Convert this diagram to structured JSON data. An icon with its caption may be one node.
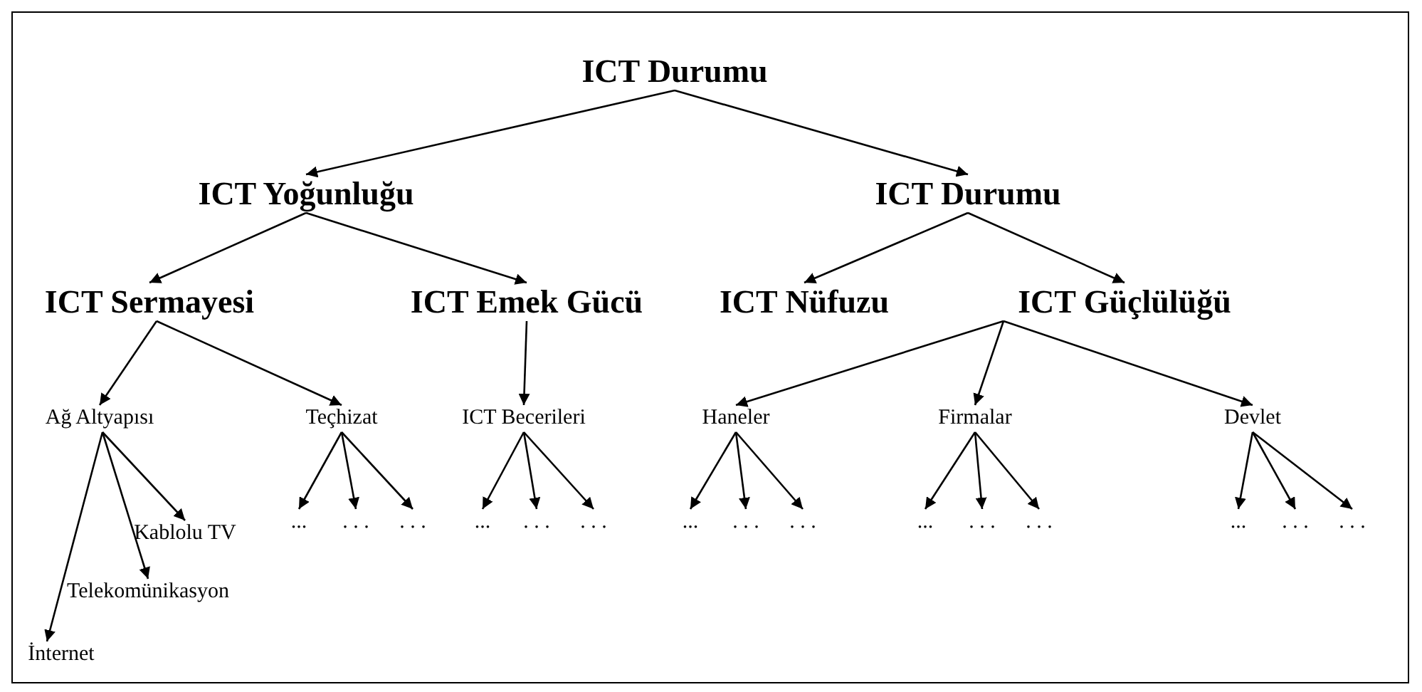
{
  "diagram": {
    "nodes": [
      {
        "text": [
          "ICT Durumu"
        ]
      },
      {
        "text": [
          "ICT Yoğunluğu"
        ]
      },
      {
        "text": [
          "ICT Durumu"
        ]
      },
      {
        "text": [
          "ICT Sermayesi"
        ]
      },
      {
        "text": [
          "ICT Emek Gücü"
        ]
      },
      {
        "text": [
          "ICT Nüfuzu"
        ]
      },
      {
        "text": [
          "ICT Güçlülüğü"
        ]
      },
      {
        "text": [
          "Ağ Altyapısı"
        ]
      },
      {
        "text": [
          "Teçhizat"
        ]
      },
      {
        "text": [
          "ICT Becerileri"
        ]
      },
      {
        "text": [
          "Haneler"
        ]
      },
      {
        "text": [
          "Firmalar"
        ]
      },
      {
        "text": [
          "Devlet"
        ]
      },
      {
        "text": [
          "Kablolu TV"
        ]
      },
      {
        "text": [
          "Telekomünikasyon"
        ]
      },
      {
        "text": [
          "İnternet"
        ]
      },
      {
        "text": [
          "..."
        ]
      },
      {
        "text": [
          ". . ."
        ]
      },
      {
        "text": [
          ". . ."
        ]
      },
      {
        "text": [
          "..."
        ]
      },
      {
        "text": [
          ". . ."
        ]
      },
      {
        "text": [
          ". . ."
        ]
      },
      {
        "text": [
          "..."
        ]
      },
      {
        "text": [
          ". . ."
        ]
      },
      {
        "text": [
          ". . ."
        ]
      },
      {
        "text": [
          "..."
        ]
      },
      {
        "text": [
          ". . ."
        ]
      },
      {
        "text": [
          ". . ."
        ]
      },
      {
        "text": [
          "..."
        ]
      },
      {
        "text": [
          ". . ."
        ]
      },
      {
        "text": [
          ". . ."
        ]
      }
    ],
    "edges": [
      {
        "from": 0,
        "to": 1,
        "arrow": "to"
      },
      {
        "from": 0,
        "to": 2,
        "arrow": "to"
      },
      {
        "from": 1,
        "to": 3,
        "arrow": "to"
      },
      {
        "from": 1,
        "to": 4,
        "arrow": "to"
      },
      {
        "from": 2,
        "to": 5,
        "arrow": "to"
      },
      {
        "from": 2,
        "to": 6,
        "arrow": "to"
      },
      {
        "from": 3,
        "to": 7,
        "arrow": "to"
      },
      {
        "from": 3,
        "to": 8,
        "arrow": "to"
      },
      {
        "from": 4,
        "to": 9,
        "arrow": "to"
      },
      {
        "from": 6,
        "to": 10,
        "arrow": "to"
      },
      {
        "from": 6,
        "to": 11,
        "arrow": "to"
      },
      {
        "from": 6,
        "to": 12,
        "arrow": "to"
      },
      {
        "from": 7,
        "to": 13,
        "arrow": "to"
      },
      {
        "from": 7,
        "to": 14,
        "arrow": "to"
      },
      {
        "from": 7,
        "to": 15,
        "arrow": "to"
      },
      {
        "from": 8,
        "to": 16,
        "arrow": "to"
      },
      {
        "from": 8,
        "to": 17,
        "arrow": "to"
      },
      {
        "from": 8,
        "to": 18,
        "arrow": "to"
      },
      {
        "from": 9,
        "to": 19,
        "arrow": "to"
      },
      {
        "from": 9,
        "to": 20,
        "arrow": "to"
      },
      {
        "from": 9,
        "to": 21,
        "arrow": "to"
      },
      {
        "from": 10,
        "to": 22,
        "arrow": "to"
      },
      {
        "from": 10,
        "to": 23,
        "arrow": "to"
      },
      {
        "from": 10,
        "to": 24,
        "arrow": "to"
      },
      {
        "from": 11,
        "to": 25,
        "arrow": "to"
      },
      {
        "from": 11,
        "to": 26,
        "arrow": "to"
      },
      {
        "from": 11,
        "to": 27,
        "arrow": "to"
      },
      {
        "from": 12,
        "to": 28,
        "arrow": "to"
      },
      {
        "from": 12,
        "to": 29,
        "arrow": "to"
      },
      {
        "from": 12,
        "to": 30,
        "arrow": "to"
      }
    ]
  }
}
